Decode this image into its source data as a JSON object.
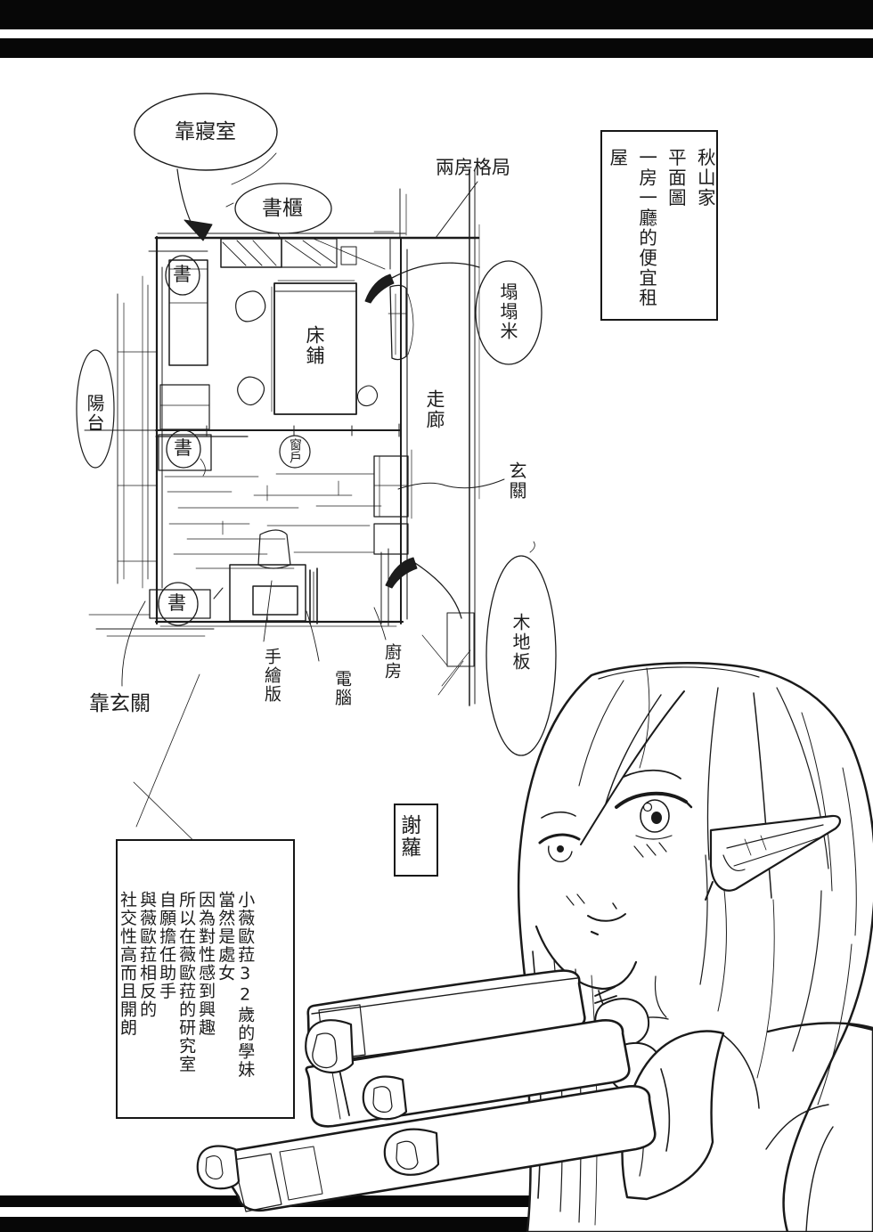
{
  "colors": {
    "ink": "#1c1c1c",
    "bar": "#070707",
    "paper": "#ffffff"
  },
  "plan": {
    "title_box": {
      "col1": "秋山家",
      "col2": "平面圖",
      "col3": "一房一廳的便宜租屋"
    },
    "labels": {
      "near_bedroom": "靠寢室",
      "bookshelf": "書櫃",
      "two_room_layout": "兩房格局",
      "tatami": "塌塌米",
      "bed": "床鋪",
      "corridor": "走廊",
      "balcony": "陽台",
      "book": "書",
      "window": "窗戶",
      "entrance": "玄關",
      "wood_floor": "木地板",
      "tablet": "手繪版",
      "computer": "電腦",
      "kitchen": "廚房",
      "near_entrance": "靠玄關"
    }
  },
  "note_box": {
    "text": "謝蘿"
  },
  "profile_box": {
    "lines": [
      "小薇歐菈32歲的學妹",
      "當然是處女",
      "因為對性感到興趣",
      "所以在薇歐菈的研究室",
      "自願擔任助手",
      "與薇歐菈相反的",
      "社交性高而且開朗"
    ]
  }
}
